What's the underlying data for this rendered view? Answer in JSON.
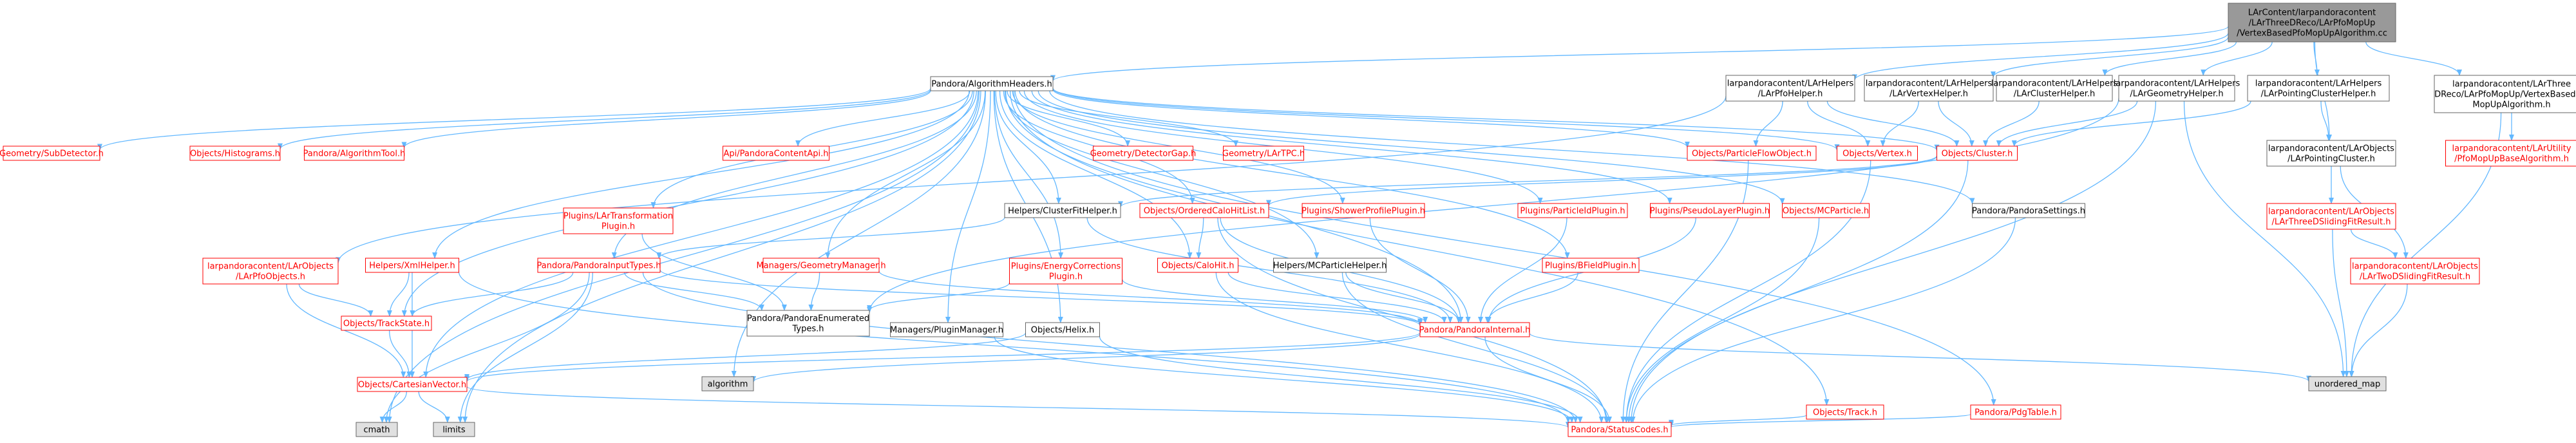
{
  "colors": {
    "edge": "#63b8ff",
    "node_stroke": "#666666",
    "node_fill": "#ffffff",
    "root_fill": "#999999",
    "sys_fill": "#e0e0e0",
    "text_default": "#000000",
    "text_red": "#ff0000"
  },
  "nodes": [
    {
      "id": "root",
      "lines": [
        "LArContent/larpandoracontent",
        "/LArThreeDReco/LArPfoMopUp",
        "/VertexBasedPfoMopUpAlgorithm.cc"
      ],
      "style": "root"
    },
    {
      "id": "alg_headers",
      "lines": [
        "Pandora/AlgorithmHeaders.h"
      ],
      "style": "plain"
    },
    {
      "id": "pfo_helper",
      "lines": [
        "larpandoracontent/LArHelpers",
        "/LArPfoHelper.h"
      ],
      "style": "plain"
    },
    {
      "id": "vertex_helper",
      "lines": [
        "larpandoracontent/LArHelpers",
        "/LArVertexHelper.h"
      ],
      "style": "plain"
    },
    {
      "id": "cluster_helper",
      "lines": [
        "larpandoracontent/LArHelpers",
        "/LArClusterHelper.h"
      ],
      "style": "plain"
    },
    {
      "id": "geometry_helper",
      "lines": [
        "larpandoracontent/LArHelpers",
        "/LArGeometryHelper.h"
      ],
      "style": "plain"
    },
    {
      "id": "pointing_cluster_helper",
      "lines": [
        "larpandoracontent/LArHelpers",
        "/LArPointingClusterHelper.h"
      ],
      "style": "plain"
    },
    {
      "id": "vertex_based_h",
      "lines": [
        "larpandoracontent/LArThree",
        "DReco/LArPfoMopUp/VertexBasedPfo",
        "MopUpAlgorithm.h"
      ],
      "style": "plain"
    },
    {
      "id": "geo_subdetector",
      "lines": [
        "Geometry/SubDetector.h"
      ],
      "style": "red"
    },
    {
      "id": "histograms",
      "lines": [
        "Objects/Histograms.h"
      ],
      "style": "red"
    },
    {
      "id": "algorithm_tool",
      "lines": [
        "Pandora/AlgorithmTool.h"
      ],
      "style": "red"
    },
    {
      "id": "api_content",
      "lines": [
        "Api/PandoraContentApi.h"
      ],
      "style": "red"
    },
    {
      "id": "detector_gap",
      "lines": [
        "Geometry/DetectorGap.h"
      ],
      "style": "red"
    },
    {
      "id": "lartpc",
      "lines": [
        "Geometry/LArTPC.h"
      ],
      "style": "red"
    },
    {
      "id": "particle_flow_object",
      "lines": [
        "Objects/ParticleFlowObject.h"
      ],
      "style": "red"
    },
    {
      "id": "vertex_obj",
      "lines": [
        "Objects/Vertex.h"
      ],
      "style": "red"
    },
    {
      "id": "cluster_obj",
      "lines": [
        "Objects/Cluster.h"
      ],
      "style": "red"
    },
    {
      "id": "pointing_cluster",
      "lines": [
        "larpandoracontent/LArObjects",
        "/LArPointingCluster.h"
      ],
      "style": "plain"
    },
    {
      "id": "pfo_mopup_base",
      "lines": [
        "larpandoracontent/LArUtility",
        "/PfoMopUpBaseAlgorithm.h"
      ],
      "style": "red"
    },
    {
      "id": "transformation_plugin",
      "lines": [
        "Plugins/LArTransformation",
        "Plugin.h"
      ],
      "style": "red"
    },
    {
      "id": "cluster_fit_helper",
      "lines": [
        "Helpers/ClusterFitHelper.h"
      ],
      "style": "plain"
    },
    {
      "id": "ordered_calohit_list",
      "lines": [
        "Objects/OrderedCaloHitList.h"
      ],
      "style": "red"
    },
    {
      "id": "shower_profile_plugin",
      "lines": [
        "Plugins/ShowerProfilePlugin.h"
      ],
      "style": "red"
    },
    {
      "id": "particle_id_plugin",
      "lines": [
        "Plugins/ParticleIdPlugin.h"
      ],
      "style": "red"
    },
    {
      "id": "pseudo_layer_plugin",
      "lines": [
        "Plugins/PseudoLayerPlugin.h"
      ],
      "style": "red"
    },
    {
      "id": "mc_particle",
      "lines": [
        "Objects/MCParticle.h"
      ],
      "style": "red"
    },
    {
      "id": "pandora_settings",
      "lines": [
        "Pandora/PandoraSettings.h"
      ],
      "style": "plain"
    },
    {
      "id": "three_d_sliding",
      "lines": [
        "larpandoracontent/LArObjects",
        "/LArThreeDSlidingFitResult.h"
      ],
      "style": "red"
    },
    {
      "id": "lar_pfo_objects",
      "lines": [
        "larpandoracontent/LArObjects",
        "/LArPfoObjects.h"
      ],
      "style": "red"
    },
    {
      "id": "xml_helper",
      "lines": [
        "Helpers/XmlHelper.h"
      ],
      "style": "red"
    },
    {
      "id": "pandora_input_types",
      "lines": [
        "Pandora/PandoraInputTypes.h"
      ],
      "style": "red"
    },
    {
      "id": "geometry_manager",
      "lines": [
        "Managers/GeometryManager.h"
      ],
      "style": "red"
    },
    {
      "id": "energy_corrections_plugin",
      "lines": [
        "Plugins/EnergyCorrections",
        "Plugin.h"
      ],
      "style": "red"
    },
    {
      "id": "calo_hit",
      "lines": [
        "Objects/CaloHit.h"
      ],
      "style": "red"
    },
    {
      "id": "mc_particle_helper",
      "lines": [
        "Helpers/MCParticleHelper.h"
      ],
      "style": "plain"
    },
    {
      "id": "bfield_plugin",
      "lines": [
        "Plugins/BFieldPlugin.h"
      ],
      "style": "red"
    },
    {
      "id": "two_d_sliding",
      "lines": [
        "larpandoracontent/LArObjects",
        "/LArTwoDSlidingFitResult.h"
      ],
      "style": "red"
    },
    {
      "id": "track_state",
      "lines": [
        "Objects/TrackState.h"
      ],
      "style": "red"
    },
    {
      "id": "enumerated_types",
      "lines": [
        "Pandora/PandoraEnumerated",
        "Types.h"
      ],
      "style": "plain"
    },
    {
      "id": "plugin_manager",
      "lines": [
        "Managers/PluginManager.h"
      ],
      "style": "plain"
    },
    {
      "id": "helix",
      "lines": [
        "Objects/Helix.h"
      ],
      "style": "plain"
    },
    {
      "id": "pandora_internal",
      "lines": [
        "Pandora/PandoraInternal.h"
      ],
      "style": "red"
    },
    {
      "id": "cartesian_vector",
      "lines": [
        "Objects/CartesianVector.h"
      ],
      "style": "red"
    },
    {
      "id": "algorithm_sys",
      "lines": [
        "algorithm"
      ],
      "style": "sys"
    },
    {
      "id": "unordered_map",
      "lines": [
        "unordered_map"
      ],
      "style": "sys"
    },
    {
      "id": "track_obj",
      "lines": [
        "Objects/Track.h"
      ],
      "style": "red"
    },
    {
      "id": "pdg_table",
      "lines": [
        "Pandora/PdgTable.h"
      ],
      "style": "red"
    },
    {
      "id": "cmath",
      "lines": [
        "cmath"
      ],
      "style": "sys"
    },
    {
      "id": "limits",
      "lines": [
        "limits"
      ],
      "style": "sys"
    },
    {
      "id": "status_codes",
      "lines": [
        "Pandora/StatusCodes.h"
      ],
      "style": "red"
    }
  ]
}
